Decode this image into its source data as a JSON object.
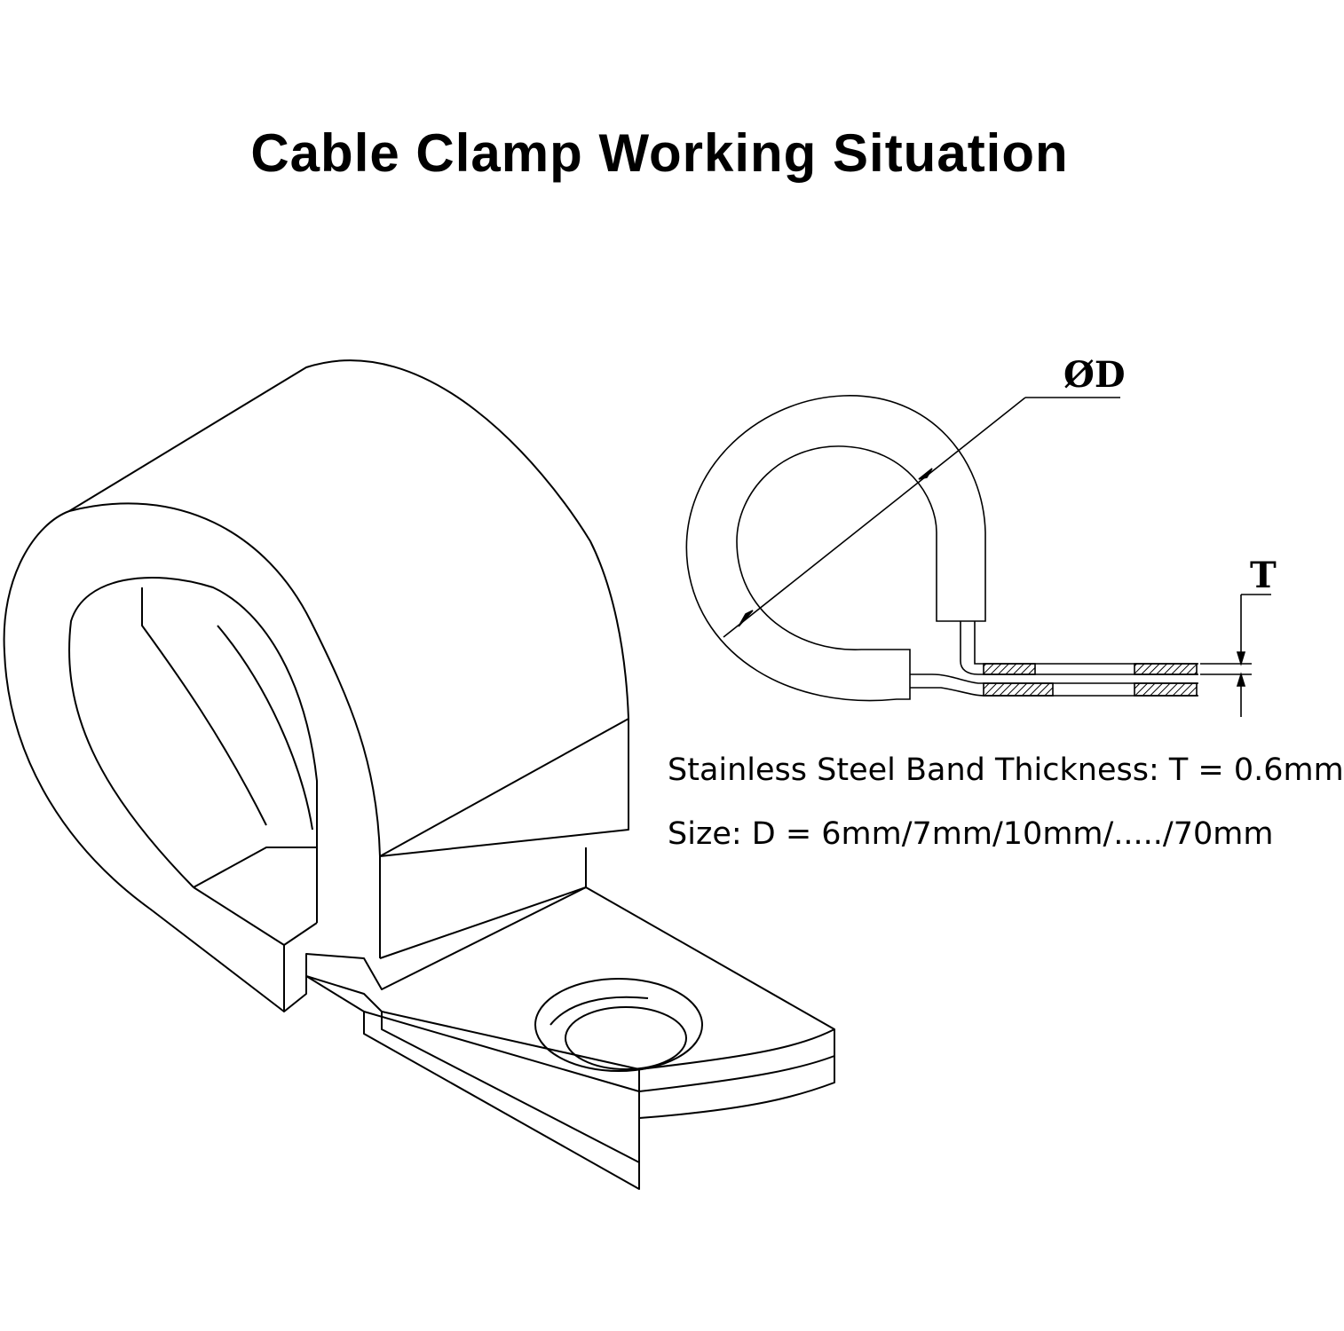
{
  "title": "Cable Clamp Working Situation",
  "dimension_labels": {
    "diameter": "ØD",
    "thickness": "T"
  },
  "specs": {
    "thickness": "Stainless Steel Band Thickness: T = 0.6mm",
    "size": "Size: D = 6mm/7mm/10mm/...../70mm"
  },
  "colors": {
    "line": "#000000",
    "background": "#ffffff"
  }
}
